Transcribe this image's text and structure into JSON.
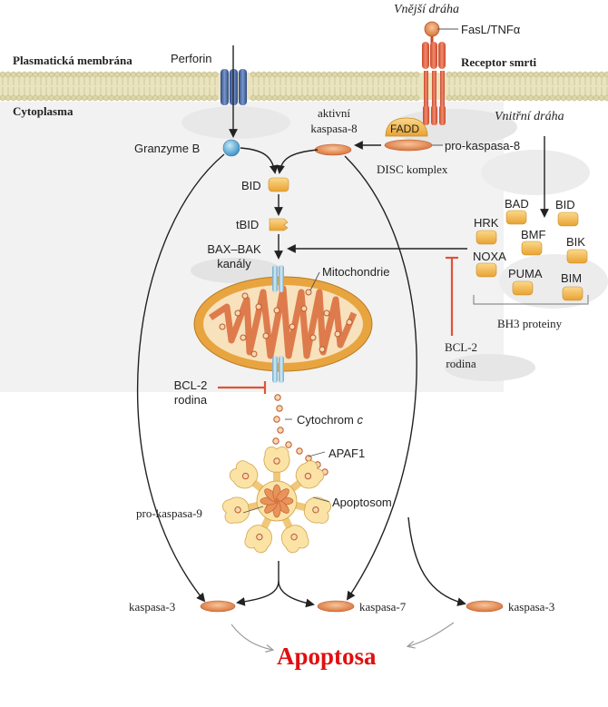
{
  "membrane": {
    "label": "Plasmatická membrána",
    "cytoplasm": "Cytoplasma"
  },
  "extrinsic": {
    "title": "Vnější dráha",
    "ligand": "FasL/TNFα",
    "receptor": "Receptor smrti",
    "fadd": "FADD",
    "pro_caspase8": "pro-kaspasa-8",
    "disc": "DISC komplex",
    "active_caspase8_line1": "aktivní",
    "active_caspase8_line2": "kaspasa-8"
  },
  "perforin": {
    "label": "Perforin",
    "granzyme": "Granzyme B"
  },
  "bid_path": {
    "bid": "BID",
    "tbid": "tBID",
    "baxbak_line1": "BAX–BAK",
    "baxbak_line2": "kanály"
  },
  "intrinsic": {
    "title": "Vnitřní dráha",
    "bh3_label": "BH3 proteiny",
    "proteins": [
      "BAD",
      "BID",
      "HRK",
      "BMF",
      "BIK",
      "NOXA",
      "PUMA",
      "BIM"
    ]
  },
  "mito": {
    "label": "Mitochondrie",
    "bcl2_left_line1": "BCL-2",
    "bcl2_left_line2": "rodina",
    "bcl2_right_line1": "BCL-2",
    "bcl2_right_line2": "rodina",
    "cytochrome": "Cytochrom",
    "cytochrome_c": "c"
  },
  "apoptosome": {
    "apaf1": "APAF1",
    "label": "Apoptosom",
    "procasp9": "pro-kaspasa-9"
  },
  "caspases": {
    "casp3_left": "kaspasa-3",
    "casp7": "kaspasa-7",
    "casp3_right": "kaspasa-3"
  },
  "outcome": {
    "label": "Apoptosa"
  },
  "colors": {
    "caspase": "#e8935a",
    "protein": "#f5b94a",
    "membrane": "#e8e3b8",
    "receptor": "#e56a48",
    "channel": "#9ec9e0",
    "granzyme": "#6fb7db",
    "mito_outer": "#e8a43f",
    "inhibit": "#e0523a",
    "apoptosa": "#e01010"
  }
}
